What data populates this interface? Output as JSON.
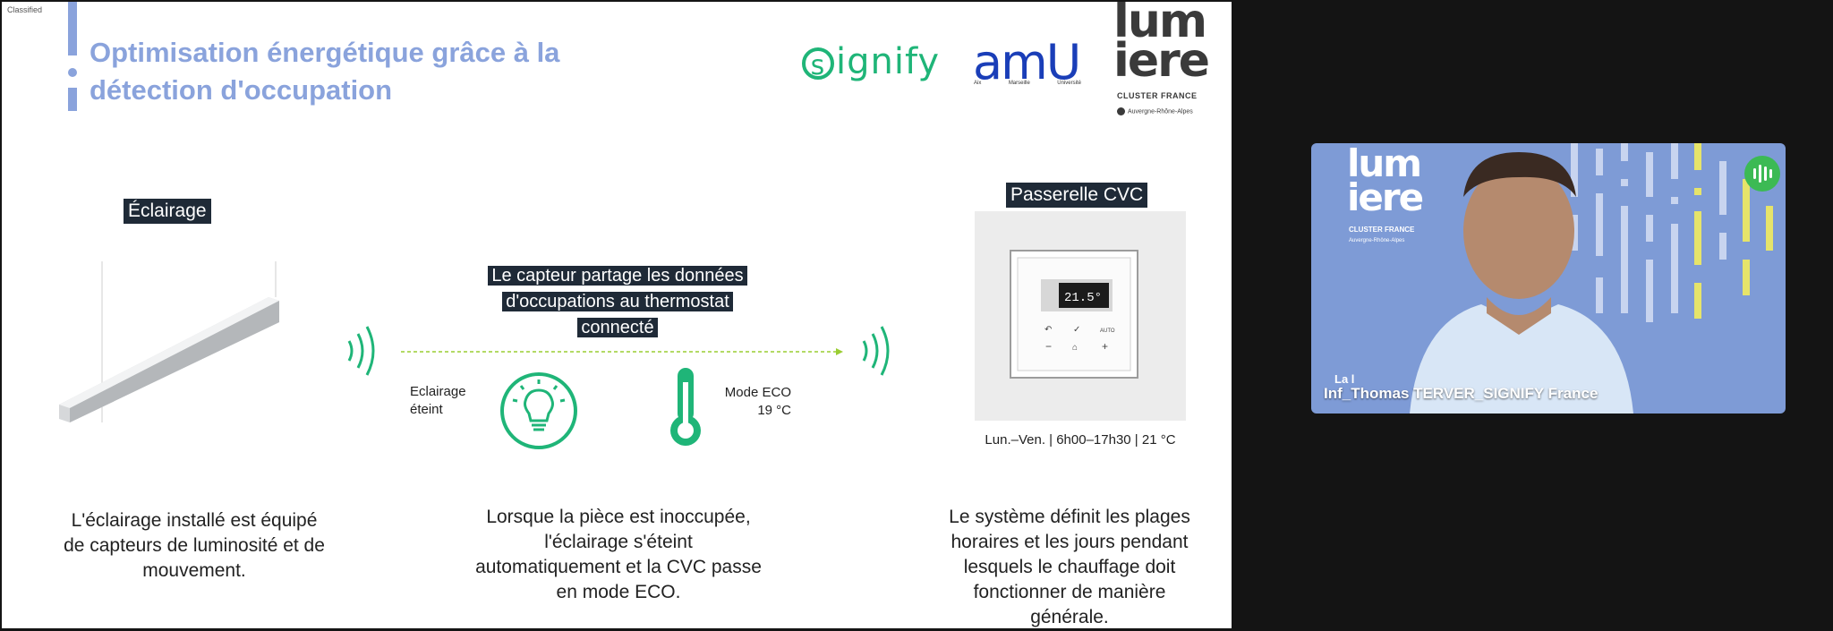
{
  "slide": {
    "classified": "Classified",
    "title_line1": "Optimisation énergétique grâce à la",
    "title_line2": "détection d'occupation",
    "logos": {
      "signify": "ignify",
      "signify_s": "s",
      "amu": "amU",
      "amu_sub": [
        "Aix",
        "Marseille",
        "Université"
      ],
      "lumiere_line1": "lum",
      "lumiere_line2": "iere",
      "lumiere_cluster": "CLUSTER FRANCE",
      "lumiere_region": "Auvergne-Rhône-Alpes"
    },
    "label_eclairage": "Éclairage",
    "label_passerelle": "Passerelle CVC",
    "label_capteur": [
      "Le capteur partage les données",
      "d'occupations au thermostat",
      "connecté"
    ],
    "eclairage_eteint": [
      "Eclairage",
      "éteint"
    ],
    "mode_eco": [
      "Mode ECO",
      "19 °C"
    ],
    "thermostat_display": "21.5°",
    "thermostat_buttons": [
      "AUTO"
    ],
    "thermostat_caption": "Lun.–Ven. | 6h00–17h30 | 21 °C",
    "body1": [
      "L'éclairage installé est équipé",
      "de capteurs de luminosité et de",
      "mouvement."
    ],
    "body2": [
      "Lorsque la pièce est inoccupée,",
      "l'éclairage s'éteint",
      "automatiquement et la CVC passe",
      "en mode ECO."
    ],
    "body3": [
      "Le système définit les plages",
      "horaires et les jours pendant",
      "lesquels le chauffage doit",
      "fonctionner de manière",
      "générale."
    ]
  },
  "video": {
    "participant_name": "Inf_Thomas TERVER_SIGNIFY France",
    "overlay_partial": "La l",
    "background_logo_line1": "lum",
    "background_logo_line2": "iere",
    "background_cluster": "CLUSTER FRANCE",
    "background_region": "Auvergne-Rhône-Alpes",
    "speaking_indicator": "audio-level-icon"
  },
  "colors": {
    "title": "#8aa3dc",
    "accent_green": "#1fb578",
    "amu_blue": "#1a3eb8",
    "label_bg": "#1f2a37",
    "video_bg": "#7e9bd6",
    "speaking_green": "#3cba54"
  }
}
